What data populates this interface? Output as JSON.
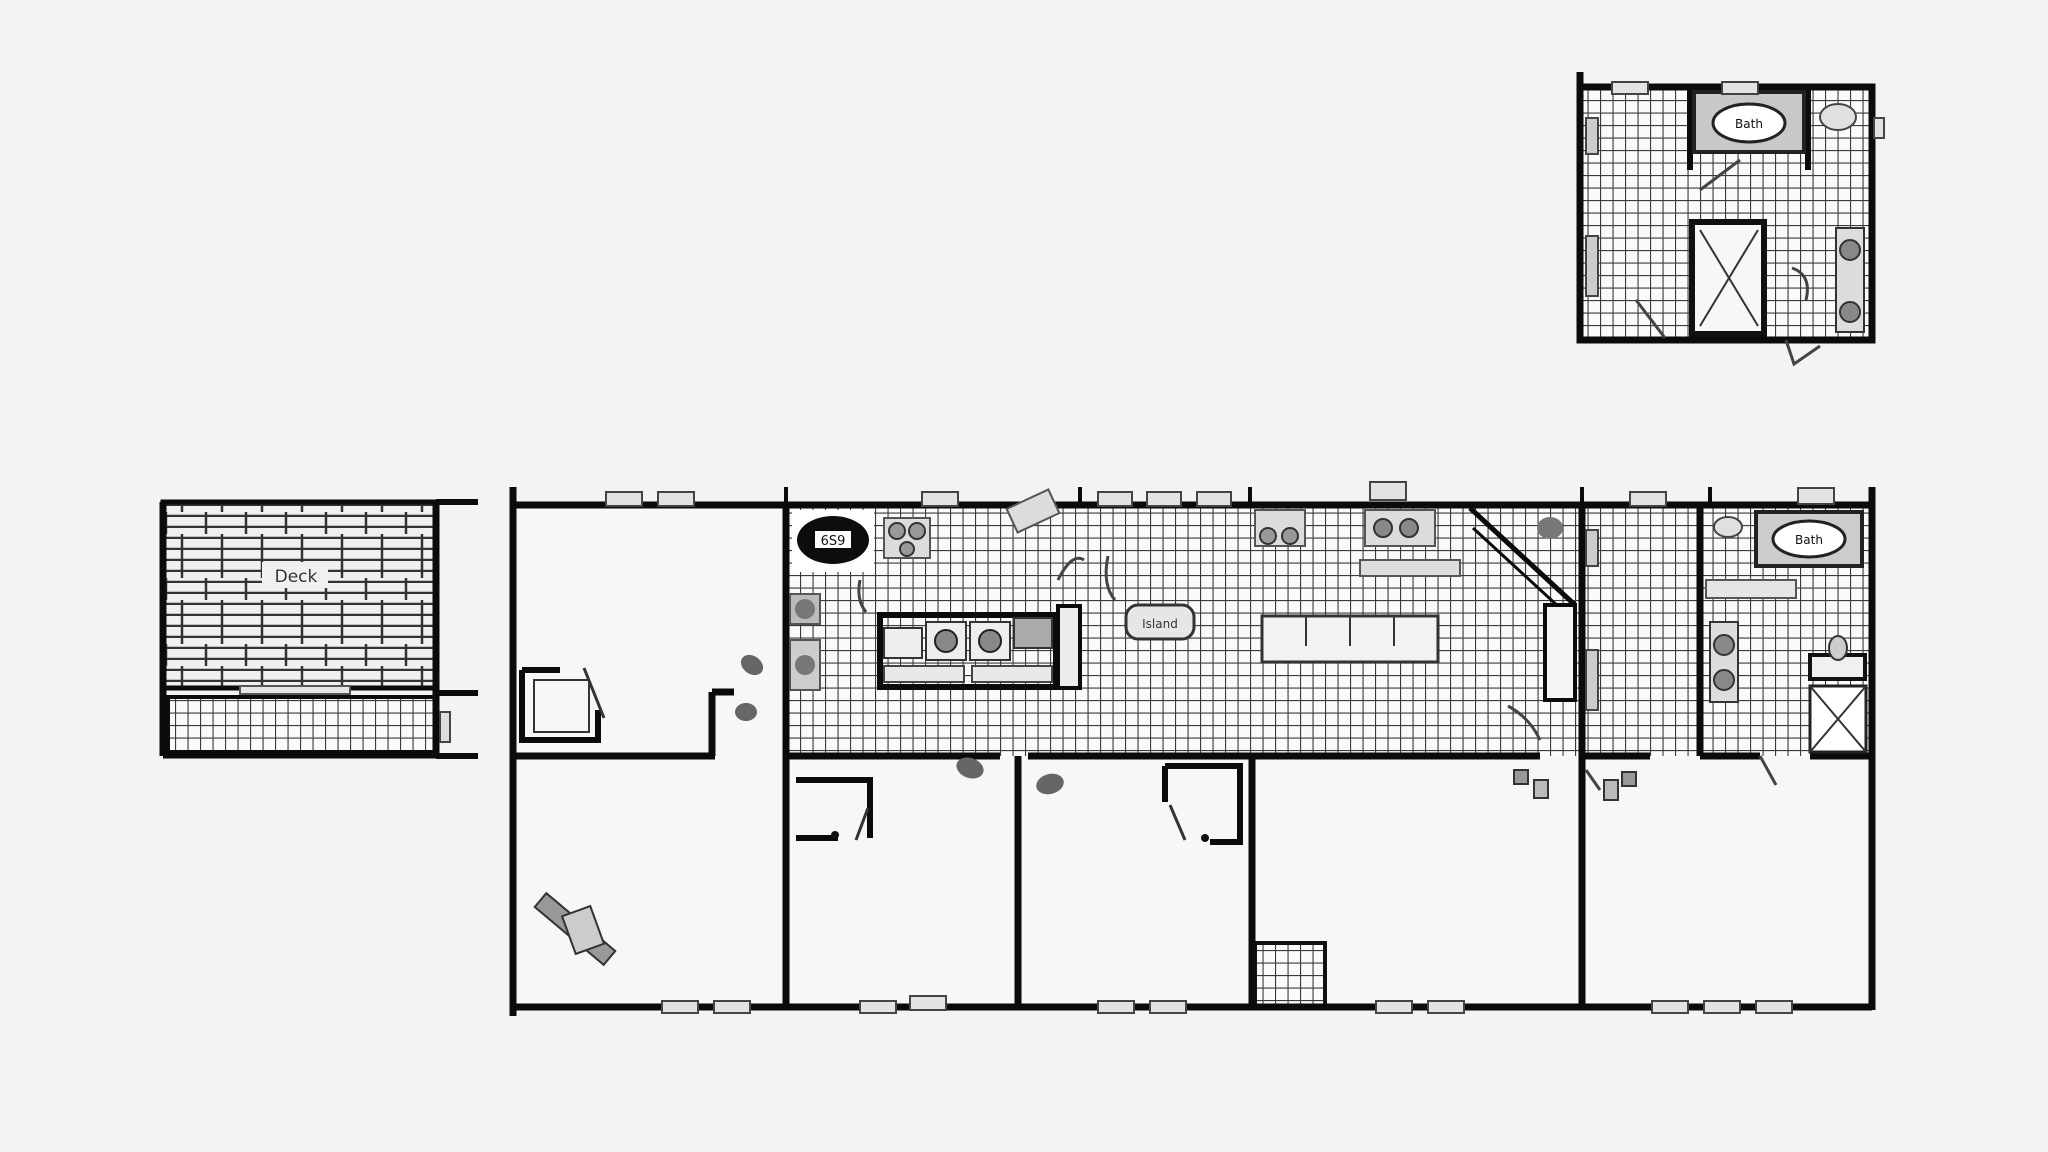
{
  "colors": {
    "background": "#f3f3f3",
    "wall": "#0b0b0b",
    "room_fill": "#f7f7f7",
    "tile_fill": "#fafafa",
    "tile_line": "#3a3a3a",
    "fixture": "#555555",
    "fixture_fill": "#dcdcdc"
  },
  "labels": {
    "deck": "Deck",
    "table": "6S9",
    "island": "Island",
    "tub_main": "Bath",
    "tub_master": "Bath"
  },
  "icons": [
    "wall",
    "window-icon",
    "door-swing-icon",
    "tile-floor-pattern",
    "deck-plank-pattern",
    "bathtub-icon",
    "toilet-icon",
    "sink-icon",
    "shower-icon",
    "range-icon",
    "washer-icon",
    "dryer-icon",
    "dining-table-icon",
    "island-icon",
    "chair-icon"
  ]
}
